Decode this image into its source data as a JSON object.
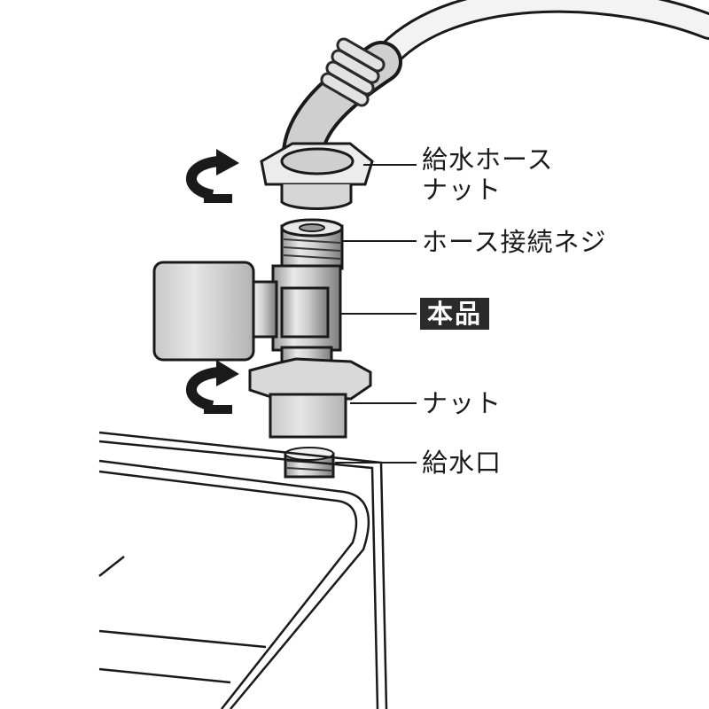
{
  "labels": {
    "hose_nut_line1": "給水ホース",
    "hose_nut_line2": "ナット",
    "hose_screw": "ホース接続ネジ",
    "product": "本品",
    "nut": "ナット",
    "inlet": "給水口"
  }
}
